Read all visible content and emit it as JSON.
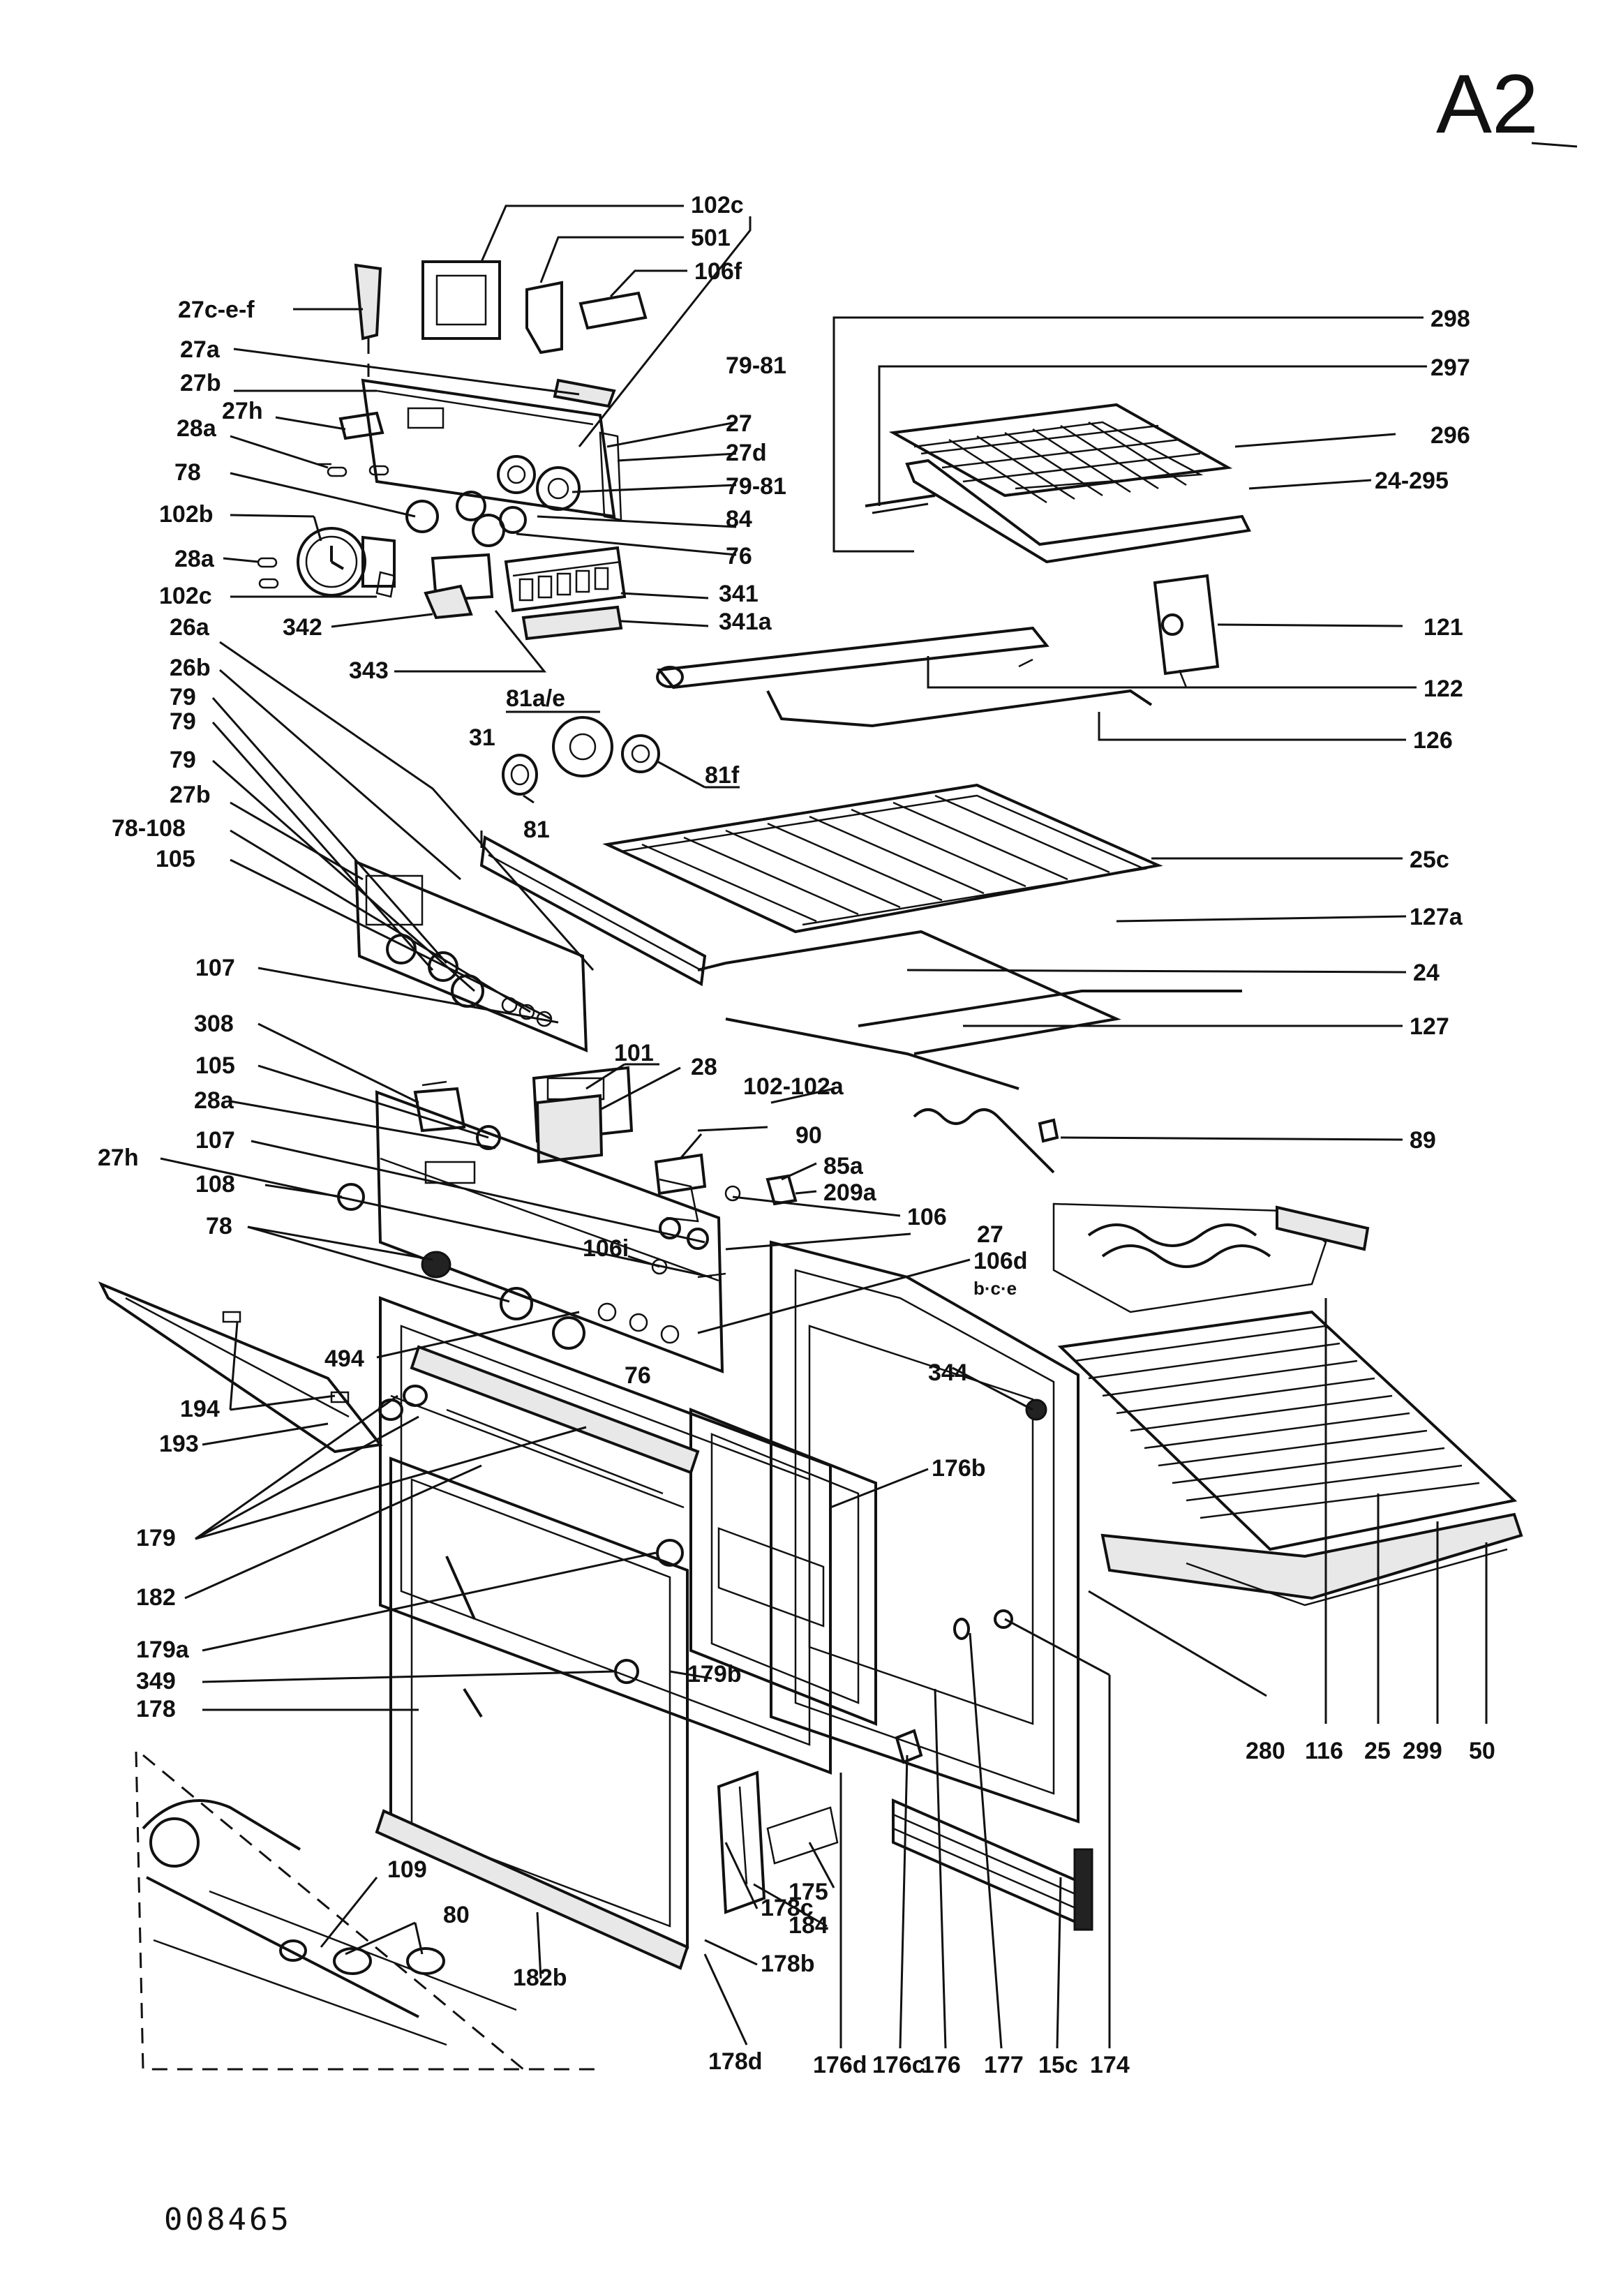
{
  "sheet": {
    "code": "A2",
    "drawing_number": "008465"
  },
  "labels": {
    "l102c_top": "102c",
    "l501": "501",
    "l106f": "106f",
    "l27cef": "27c-e-f",
    "l27a": "27a",
    "l27b": "27b",
    "l27h_top": "27h",
    "l28a_top": "28a",
    "l78_top": "78",
    "l102b": "102b",
    "l28a_mid": "28a",
    "l102c_mid": "102c",
    "l342": "342",
    "l343": "343",
    "l26a": "26a",
    "l26b": "26b",
    "l79_1": "79",
    "l79_2": "79",
    "l79_3": "79",
    "l27b_mid": "27b",
    "l78_108": "78-108",
    "l105_top": "105",
    "l107_top": "107",
    "l308": "308",
    "l105_mid": "105",
    "l28a_low": "28a",
    "l107_low": "107",
    "l27h_low": "27h",
    "l108": "108",
    "l78_low": "78",
    "l494": "494",
    "l194": "194",
    "l193": "193",
    "l179": "179",
    "l182": "182",
    "l179a": "179a",
    "l349": "349",
    "l178": "178",
    "l109": "109",
    "l80": "80",
    "l182b": "182b",
    "l178c": "178c",
    "l178b": "178b",
    "l178d": "178d",
    "l79_81_top": "79-81",
    "l27_r": "27",
    "l27d": "27d",
    "l79_81_mid": "79-81",
    "l84": "84",
    "l76_top": "76",
    "l341": "341",
    "l341a": "341a",
    "l31": "31",
    "l81ae": "81a/e",
    "l81": "81",
    "l81f": "81f",
    "l101": "101",
    "l28": "28",
    "l102_102a": "102-102a",
    "l90": "90",
    "l85a": "85a",
    "l209a": "209a",
    "l106": "106",
    "l27_low": "27",
    "l106i": "106i",
    "l106d": "106d",
    "l106d_sub": "b·c·e",
    "l76_low": "76",
    "l344": "344",
    "l176b": "176b",
    "l179b": "179b",
    "l175": "175",
    "l184": "184",
    "l176d": "176d",
    "l176c": "176c",
    "l176": "176",
    "l177": "177",
    "l15c": "15c",
    "l174": "174",
    "l298": "298",
    "l297": "297",
    "l296": "296",
    "l24_295": "24-295",
    "l121": "121",
    "l122": "122",
    "l126": "126",
    "l25c": "25c",
    "l127a": "127a",
    "l24": "24",
    "l127": "127",
    "l89": "89",
    "l280": "280",
    "l116": "116",
    "l25": "25",
    "l299": "299",
    "l50": "50"
  }
}
